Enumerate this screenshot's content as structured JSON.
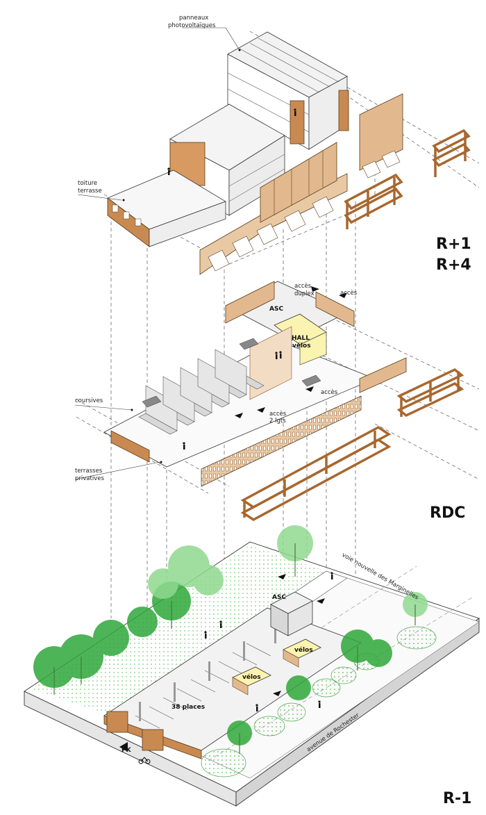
{
  "levels": {
    "upper": [
      "R+1",
      "R+4"
    ],
    "ground": "RDC",
    "basement": "R-1"
  },
  "upper_labels": {
    "pv": [
      "panneaux",
      "photovoltaïques"
    ],
    "roof": [
      "toiture",
      "terrasse"
    ]
  },
  "ground_labels": {
    "asc": "ASC",
    "hall": [
      "HALL",
      "vélos"
    ],
    "acces_duplex": [
      "accès",
      "duplex"
    ],
    "acces_top": "accès",
    "acces_side": "accès",
    "acces_2lgts": [
      "accès",
      "2 lgts"
    ],
    "coursives": "coursives",
    "terrasses": [
      "terrasses",
      "privatives"
    ]
  },
  "basement_labels": {
    "asc": "ASC",
    "velos_1": "vélos",
    "velos_2": "vélos",
    "places": "38 places",
    "pk": "PK",
    "street_1": "voie nouvelle des Marginelles",
    "street_2": "avenue de Rochester"
  },
  "colors": {
    "timber": "#c98a52",
    "timber_light": "#e9c9a4",
    "hall": "#fbf3b0",
    "tree": "#2fa83a",
    "tree_light": "#8fd98f",
    "grass": "#cfeccd",
    "line": "#333333",
    "concrete": "#d8d8d8"
  }
}
